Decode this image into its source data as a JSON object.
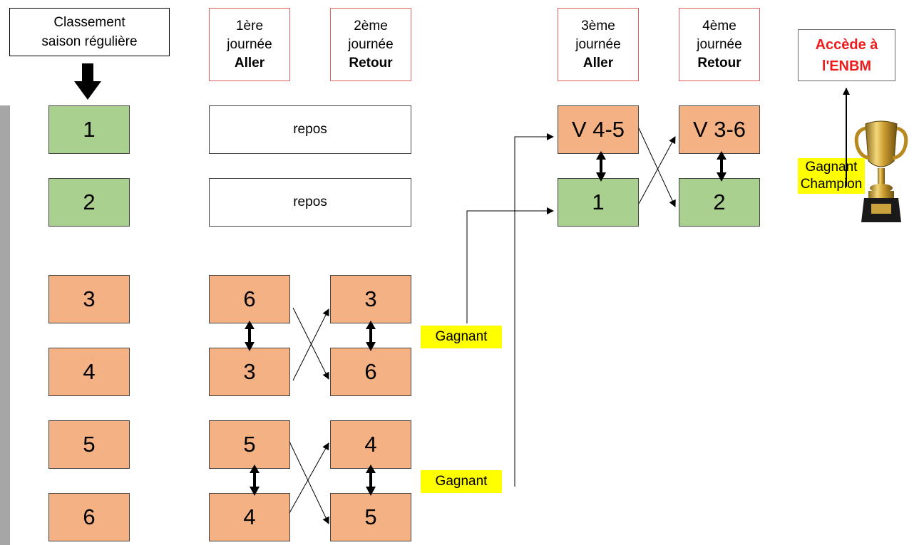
{
  "headers": {
    "classement": [
      "Classement",
      "saison régulière"
    ],
    "j1": [
      "1ère",
      "journée",
      "Aller"
    ],
    "j2": [
      "2ème",
      "journée",
      "Retour"
    ],
    "j3": [
      "3ème",
      "journée",
      "Aller"
    ],
    "j4": [
      "4ème",
      "journée",
      "Retour"
    ],
    "access": [
      "Accède à",
      "l'ENBM"
    ]
  },
  "ranking": [
    "1",
    "2",
    "3",
    "4",
    "5",
    "6"
  ],
  "round1": {
    "rest1": "repos",
    "rest2": "repos",
    "a_top": "6",
    "a_bottom": "3",
    "b_top": "5",
    "b_bottom": "4"
  },
  "round2": {
    "a_top": "3",
    "a_bottom": "6",
    "b_top": "4",
    "b_bottom": "5"
  },
  "round3": {
    "top": "V 4-5",
    "bottom": "1"
  },
  "round4": {
    "top": "V 3-6",
    "bottom": "2"
  },
  "winner_labels": {
    "winner1": "Gagnant",
    "winner2": "Gagnant",
    "champion": [
      "Gagnant",
      "Champion"
    ]
  },
  "colors": {
    "green": "#a9d08e",
    "orange": "#f4b183",
    "yellow": "#ffff00",
    "red_text": "#ee1c1c",
    "header_border": "#e06060"
  }
}
